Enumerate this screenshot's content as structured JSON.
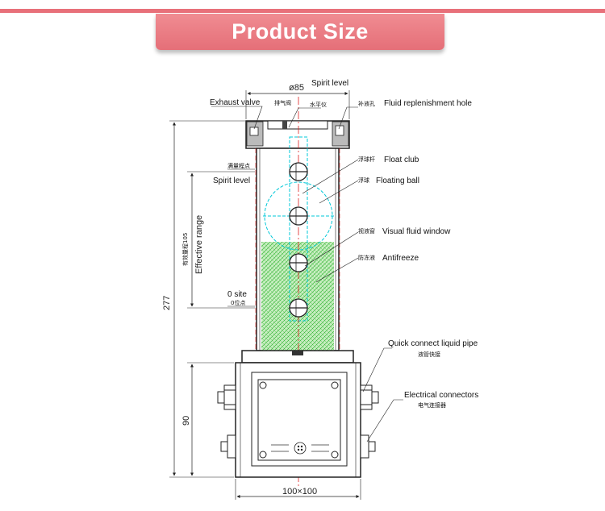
{
  "banner": {
    "title": "Product Size"
  },
  "dimensions": {
    "top_diameter": "ø85",
    "total_height": "277",
    "effective_range_cn": "有效量程105",
    "effective_range_en": "Effective range",
    "box_height": "90",
    "box_width": "100×100"
  },
  "labels": {
    "spirit_level_top": "Spirit level",
    "exhaust_valve": "Exhaust valve",
    "exhaust_valve_cn": "排气阀",
    "spirit_level_cn": "水平仪",
    "fluid_replenish_cn": "补液孔",
    "fluid_replenish": "Fluid replenishment hole",
    "float_club_cn": "浮球杆",
    "float_club": "Float club",
    "full_point_cn": "满量程点",
    "spirit_level_left": "Spirit level",
    "floating_ball_cn": "浮球",
    "floating_ball": "Floating ball",
    "visual_window_cn": "视液窗",
    "visual_window": "Visual fluid window",
    "antifreeze_cn": "防冻液",
    "antifreeze": "Antifreeze",
    "zero_site": "0 site",
    "zero_site_cn": "0位点",
    "quick_connect": "Quick connect liquid pipe",
    "quick_connect_cn": "液管快接",
    "electrical": "Electrical connectors",
    "electrical_cn": "电气连接器"
  },
  "colors": {
    "banner": "#e8707a",
    "fluid": "#3fb83f",
    "float_outline": "#00c8d8",
    "centerline": "#e02020"
  }
}
